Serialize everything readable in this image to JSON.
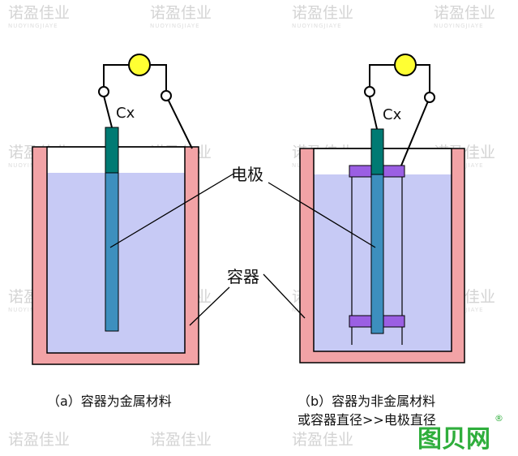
{
  "labels": {
    "cx_left": "Cx",
    "cx_right": "Cx",
    "electrode": "电极",
    "container": "容器",
    "caption_a": "（a）容器为金属材料",
    "caption_b_line1": "（b）容器为非金属材料",
    "caption_b_line2": "或容器直径>>电极直径"
  },
  "watermark": {
    "brand": "诺盈佳业",
    "brand_sub": "NUOYINGJIAYE",
    "corner_logo": "图贝网",
    "registered": "®"
  },
  "colors": {
    "container_wall": "#f2a3a6",
    "liquid": "#c7caf5",
    "electrode": "#3d8fbe",
    "electrode_top": "#007a73",
    "insulator": "#9b5fe3",
    "meter": "#ffff33",
    "corner_logo": "#2fae3c"
  }
}
